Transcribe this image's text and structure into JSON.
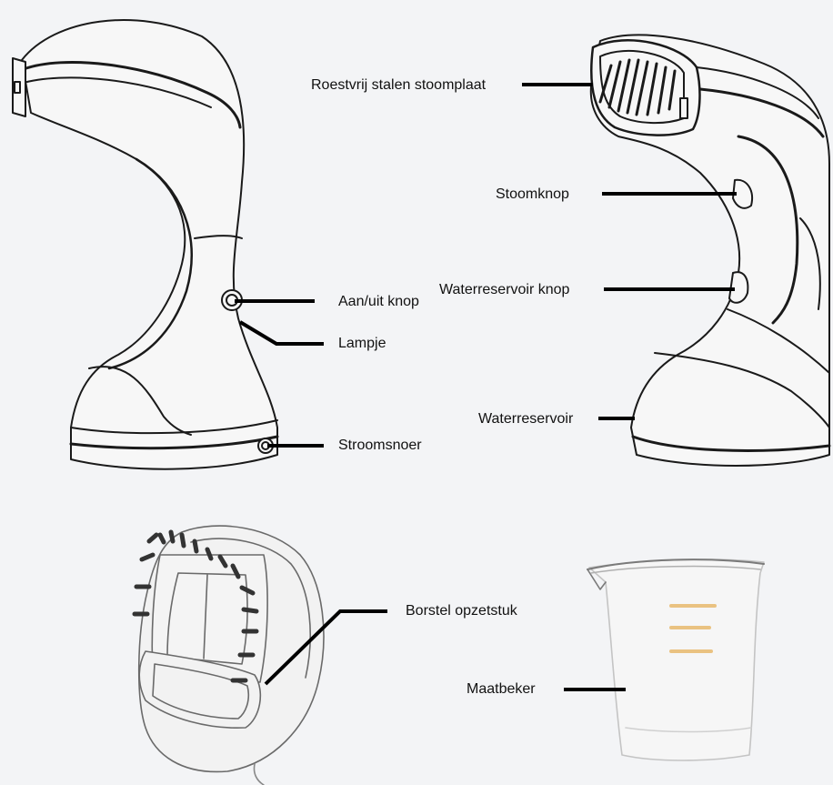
{
  "colors": {
    "background": "#f3f4f6",
    "outline": "#1a1a1a",
    "leader": "#000000",
    "cup_marking": "#e6b15a"
  },
  "labels": {
    "stoomplaat": "Roestvrij stalen stoomplaat",
    "stoomknop": "Stoomknop",
    "reservoir_knop": "Waterreservoir knop",
    "waterreservoir": "Waterreservoir",
    "aan_uit": "Aan/uit knop",
    "lampje": "Lampje",
    "stroomsnoer": "Stroomsnoer",
    "borstel": "Borstel opzetstuk",
    "maatbeker": "Maatbeker"
  },
  "icons": {
    "steamer_front": "handheld-steamer-icon",
    "steamer_side": "handheld-steamer-icon",
    "brush": "brush-attachment-icon",
    "cup": "measuring-cup-icon"
  }
}
